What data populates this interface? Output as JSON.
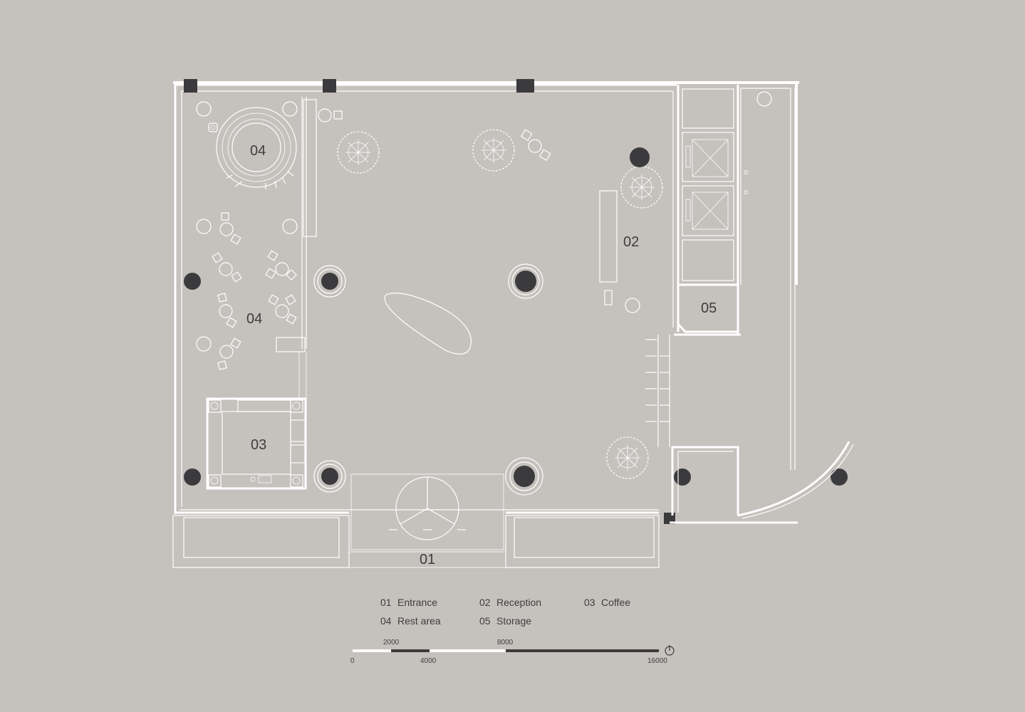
{
  "rooms": [
    {
      "number": "01",
      "name": "Entrance"
    },
    {
      "number": "02",
      "name": "Reception"
    },
    {
      "number": "03",
      "name": "Coffee"
    },
    {
      "number": "04",
      "name": "Rest area"
    },
    {
      "number": "05",
      "name": "Storage"
    }
  ],
  "plan_labels": {
    "lounge_round": "04",
    "rest_area": "04",
    "coffee": "03",
    "reception": "02",
    "storage": "05",
    "entrance": "01"
  },
  "scale_bar": {
    "top_ticks": [
      "2000",
      "8000"
    ],
    "bottom_ticks": [
      "0",
      "4000",
      "16000"
    ]
  },
  "colors": {
    "background": "#c5c1bd",
    "lines": "#ffffff",
    "columns": "#3b3b3d",
    "text": "#3e3e3e"
  }
}
